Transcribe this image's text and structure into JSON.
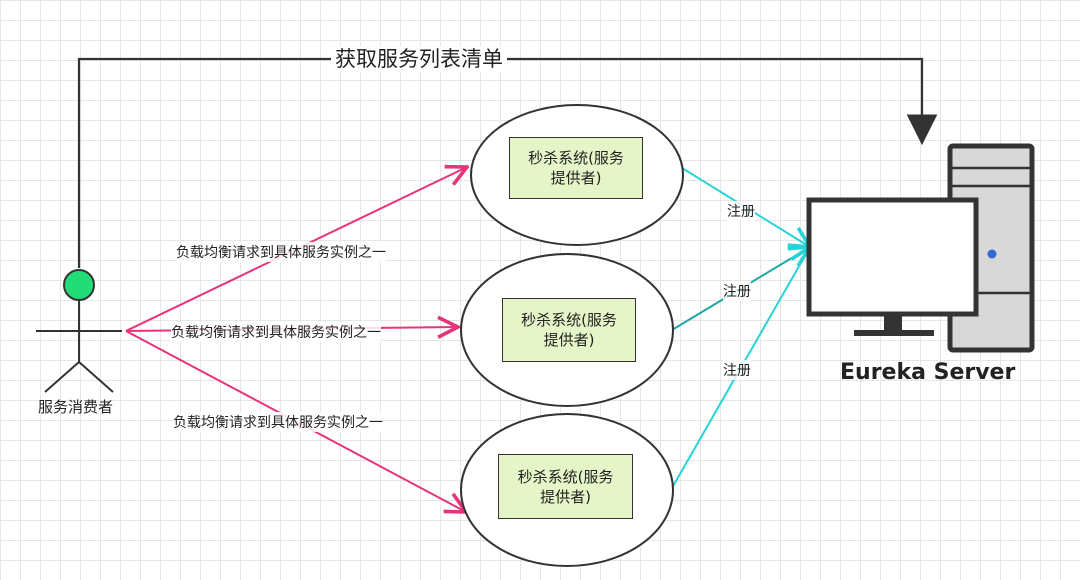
{
  "top_edge_label": "获取服务列表清单",
  "consumer": {
    "label": "服务消费者",
    "head_color": "#22dd77"
  },
  "provider_label_line1": "秒杀系统(服务",
  "provider_label_line2": "提供者)",
  "request_label": "负载均衡请求到具体服务实例之一",
  "register_label": "注册",
  "server_label": "Eureka Server",
  "colors": {
    "request_edge": "#e8347a",
    "register_edge": "#27d3d6",
    "register_edge_dark": "#1aa6a6",
    "provider_fill": "#e6f5c7",
    "screen_fill": "#ffffff",
    "tower_fill": "#d8d8d8",
    "tower_dot": "#2e6bd6"
  }
}
